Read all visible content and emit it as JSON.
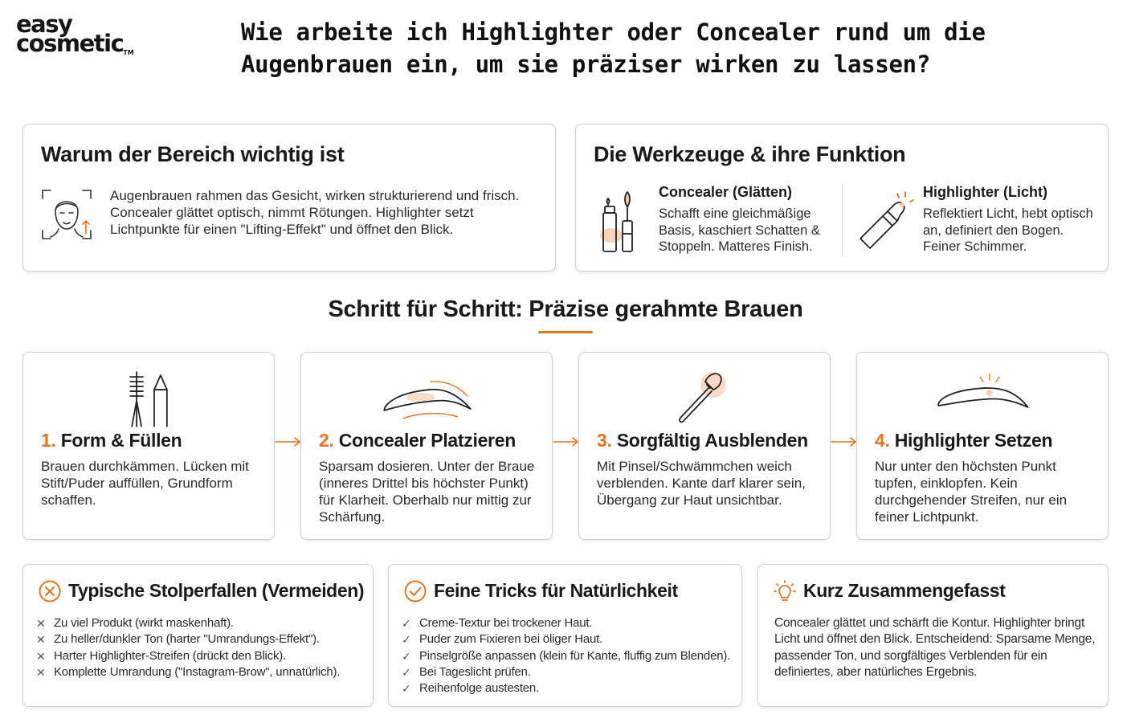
{
  "brand": {
    "line1": "easy",
    "line2": "cosmetic",
    "tm": "TM"
  },
  "title": "Wie arbeite ich Highlighter oder Concealer rund um die Augenbrauen ein, um sie präziser wirken zu lassen?",
  "colors": {
    "accent": "#e8731c",
    "border": "#cfcfcf",
    "text": "#1f1f1f"
  },
  "why": {
    "heading": "Warum der Bereich wichtig ist",
    "icon": "face-scan-icon",
    "text": "Augenbrauen rahmen das Gesicht, wirken strukturierend und frisch. Concealer glättet optisch, nimmt Rötungen. Highlighter setzt Lichtpunkte für einen \"Lifting-Effekt\" und öffnet den Blick."
  },
  "tools": {
    "heading": "Die Werkzeuge & ihre Funktion",
    "concealer": {
      "title": "Concealer (Glätten)",
      "text": "Schafft eine gleichmäßige Basis, kaschiert Schatten & Stoppeln. Matteres Finish.",
      "icon": "concealer-tube-icon"
    },
    "highlighter": {
      "title": "Highlighter (Licht)",
      "text": "Reflektiert Licht, hebt optisch an, definiert den Bogen. Feiner Schimmer.",
      "icon": "highlighter-stick-icon"
    }
  },
  "steps_section": {
    "title": "Schritt für Schritt: Präzise gerahmte Brauen",
    "steps": [
      {
        "num": "1.",
        "title": "Form & Füllen",
        "text": "Brauen durchkämmen. Lücken mit Stift/Puder auffüllen, Grundform schaffen.",
        "icon": "spoolie-pencil-icon"
      },
      {
        "num": "2.",
        "title": "Concealer Platzieren",
        "text": "Sparsam dosieren. Unter der Braue (inneres Drittel bis höchster Punkt) für Klarheit. Oberhalb nur mittig zur Schärfung.",
        "icon": "brow-concealer-icon"
      },
      {
        "num": "3.",
        "title": "Sorgfältig Ausblenden",
        "text": "Mit Pinsel/Schwämmchen weich verblenden. Kante darf klarer sein, Übergang zur Haut unsichtbar.",
        "icon": "blending-brush-icon"
      },
      {
        "num": "4.",
        "title": "Highlighter Setzen",
        "text": "Nur unter den höchsten Punkt tupfen, einklopfen. Kein durchgehender Streifen, nur ein feiner Lichtpunkt.",
        "icon": "brow-highlight-icon"
      }
    ]
  },
  "pitfalls": {
    "heading": "Typische Stolperfallen (Vermeiden)",
    "icon": "x-circle-icon",
    "items": [
      "Zu viel Produkt (wirkt maskenhaft).",
      "Zu heller/dunkler Ton (harter \"Umrandungs-Effekt\").",
      "Harter Highlighter-Streifen (drückt den Blick).",
      "Komplette Umrandung (\"Instagram-Brow\", unnatürlich)."
    ]
  },
  "tricks": {
    "heading": "Feine Tricks für Natürlichkeit",
    "icon": "check-circle-icon",
    "items": [
      "Creme-Textur bei trockener Haut.",
      "Puder zum Fixieren bei öliger Haut.",
      "Pinselgröße anpassen (klein für Kante, fluffig zum Blenden).",
      "Bei Tageslicht prüfen.",
      "Reihenfolge austesten."
    ]
  },
  "summary": {
    "heading": "Kurz Zusammengefasst",
    "icon": "lightbulb-icon",
    "text": "Concealer glättet und schärft die Kontur. Highlighter bringt Licht und öffnet den Blick. Entscheidend: Sparsame Menge, passender Ton, und sorgfältiges Verblenden für ein definiertes, aber natürliches Ergebnis."
  }
}
